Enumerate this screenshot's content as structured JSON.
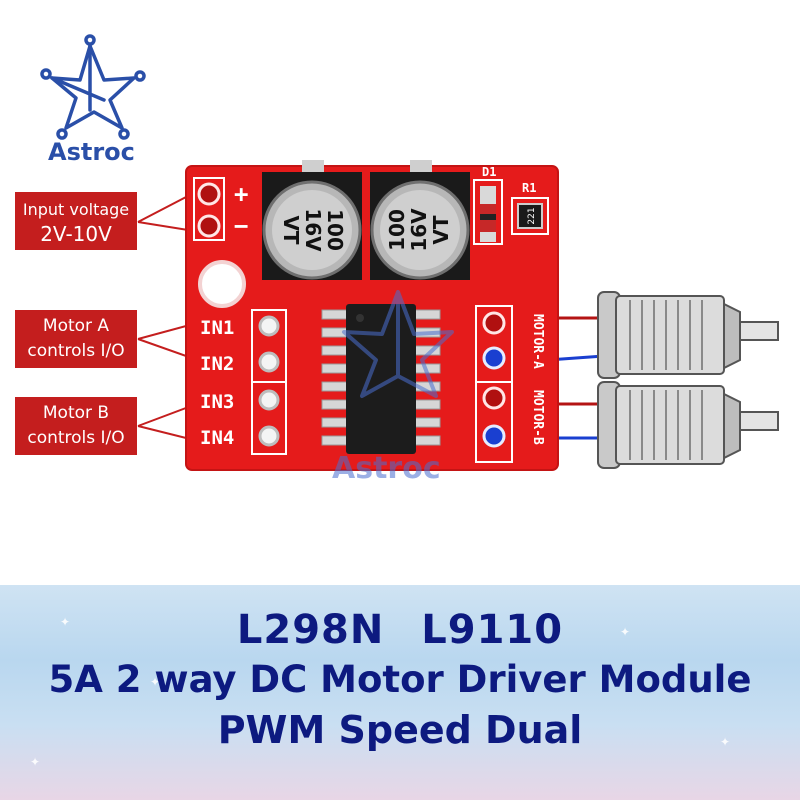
{
  "brand": {
    "name": "Astroc",
    "watermark": "Astroc"
  },
  "callouts": {
    "input_voltage": {
      "line1": "Input voltage",
      "line2": "2V-10V"
    },
    "motor_a": {
      "line1": "Motor A",
      "line2": "controls I/O"
    },
    "motor_b": {
      "line1": "Motor B",
      "line2": "controls I/O"
    }
  },
  "board": {
    "plus": "+",
    "minus": "−",
    "inputs": [
      "IN1",
      "IN2",
      "IN3",
      "IN4"
    ],
    "capacitor_left": {
      "l1": "100",
      "l2": "16V",
      "l3": "VT"
    },
    "capacitor_right": {
      "l1": "100",
      "l2": "16V",
      "l3": "VT"
    },
    "d1_label": "D1",
    "r1_label": "R1",
    "resistor_value": "221",
    "motor_a_label": "MOTOR-A",
    "motor_b_label": "MOTOR-B"
  },
  "colors": {
    "pcb_red": "#e51b1b",
    "callout_red": "#c41e1e",
    "wire_red": "#b41414",
    "wire_blue": "#1a3fd0",
    "banner_text": "#0d1a80",
    "brand_blue": "#2a4fa8"
  },
  "banner": {
    "line1": "L298N   L9110",
    "line2": "5A 2 way DC Motor Driver Module",
    "line3": "PWM Speed Dual"
  }
}
